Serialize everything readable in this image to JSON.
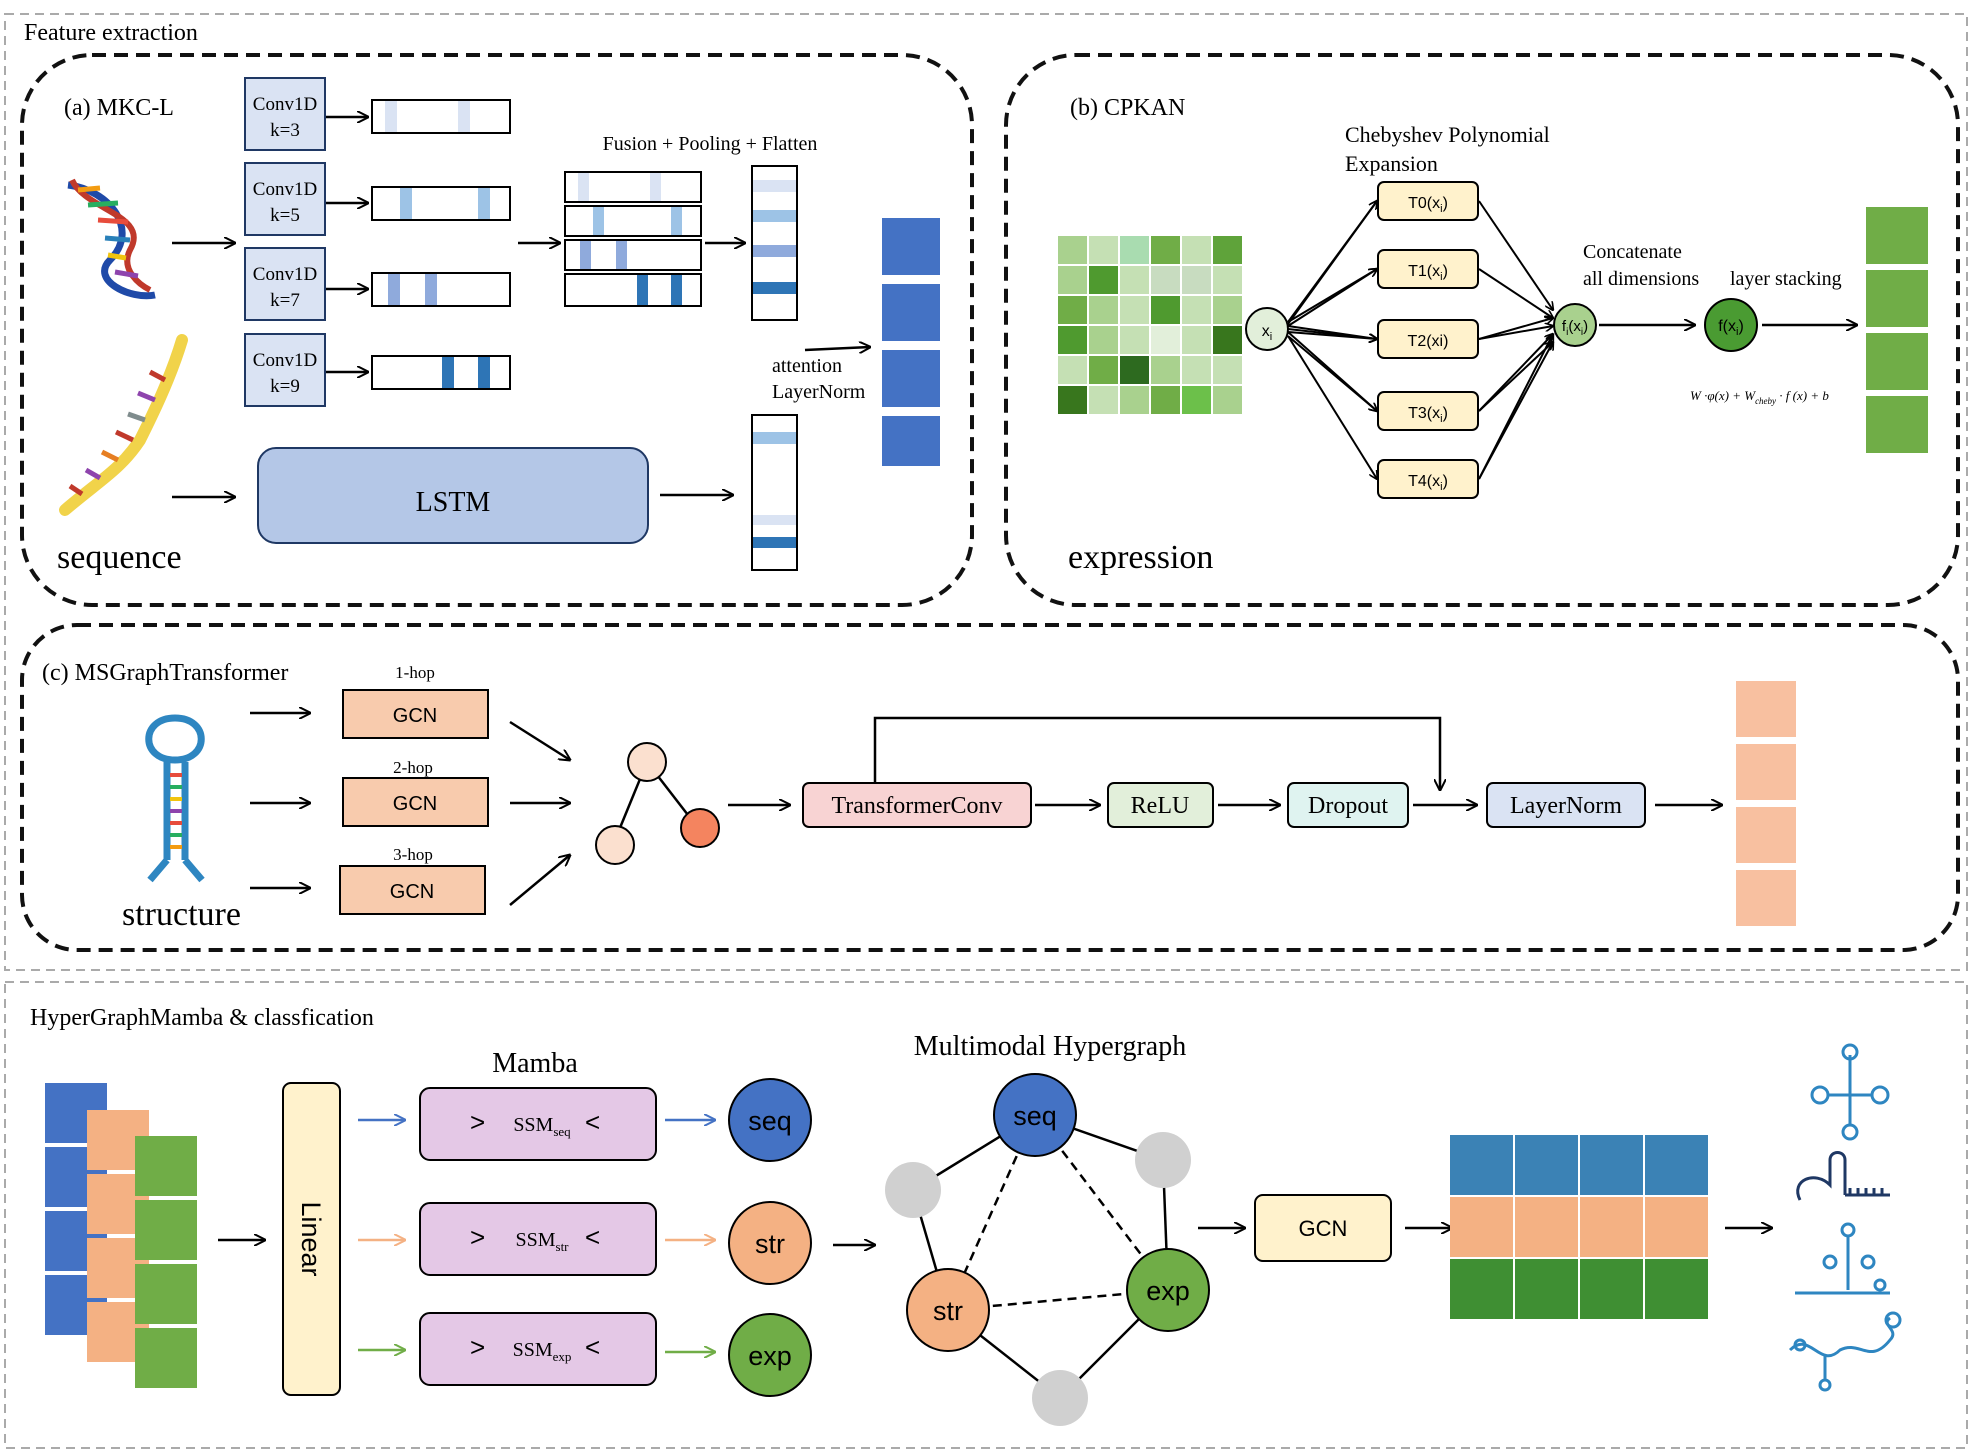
{
  "sections": {
    "feature_title": "Feature extraction",
    "hyper_title": "HyperGraphMamba & classfication"
  },
  "mkcl": {
    "title": "(a)  MKC-L",
    "convs": [
      {
        "l1": "Conv1D",
        "l2": "k=3"
      },
      {
        "l1": "Conv1D",
        "l2": "k=5"
      },
      {
        "l1": "Conv1D",
        "l2": "k=7"
      },
      {
        "l1": "Conv1D",
        "l2": "k=9"
      }
    ],
    "fusion_label": "Fusion + Pooling + Flatten",
    "lstm_label": "LSTM",
    "attention_label": "attention",
    "layernorm_label": "LayerNorm",
    "sequence_label": "sequence"
  },
  "cpkan": {
    "title": "(b)  CPKAN",
    "cheb_line1": "Chebyshev Polynomial",
    "cheb_line2": "Expansion",
    "input_node": {
      "base": "x",
      "sub": "i"
    },
    "terms": [
      {
        "base": "T0(x",
        "sub": "i",
        "tail": ")"
      },
      {
        "base": "T1(x",
        "sub": "i",
        "tail": ")"
      },
      {
        "base": "T2(xi)",
        "sub": "",
        "tail": ""
      },
      {
        "base": "T3(x",
        "sub": "i",
        "tail": ")"
      },
      {
        "base": "T4(x",
        "sub": "i",
        "tail": ")"
      }
    ],
    "fi_node": {
      "base": "f",
      "sub": "i",
      "tail": "(x",
      "sub2": "i",
      "tail2": ")"
    },
    "f_node": {
      "base": "f(x",
      "sub": "i",
      "tail": ")"
    },
    "concat_line1": "Concatenate",
    "concat_line2": "all dimensions",
    "stacking_label": "layer stacking",
    "formula": {
      "a": "W ·φ(x) + W",
      "sub": "cheby",
      "b": " · f (x) + b"
    },
    "expression_label": "expression"
  },
  "msgt": {
    "title": "(c)  MSGraphTransformer",
    "hops": [
      {
        "hop": "1-hop",
        "label": "GCN"
      },
      {
        "hop": "2-hop",
        "label": "GCN"
      },
      {
        "hop": "3-hop",
        "label": "GCN"
      }
    ],
    "pipeline": [
      "TransformerConv",
      "ReLU",
      "Dropout",
      "LayerNorm"
    ],
    "structure_label": "structure"
  },
  "hgm": {
    "linear_label": "Linear",
    "mamba_title": "Mamba",
    "ssm": [
      {
        "base": "SSM",
        "sub": "seq"
      },
      {
        "base": "SSM",
        "sub": "str"
      },
      {
        "base": "SSM",
        "sub": "exp"
      }
    ],
    "nodes": [
      "seq",
      "str",
      "exp"
    ],
    "hypergraph_title": "Multimodal Hypergraph",
    "gcn_label": "GCN"
  },
  "colors": {
    "seq": "#4472c4",
    "str": "#f4b183",
    "exp": "#70ad47",
    "conv_fill": "#dae3f3",
    "lstm_fill": "#b4c7e7",
    "gcn_fill": "#f8cbad",
    "cheb_fill": "#fff2cc",
    "ssm_fill": "#e4c8e6",
    "gray_node": "#d0d0d0"
  }
}
